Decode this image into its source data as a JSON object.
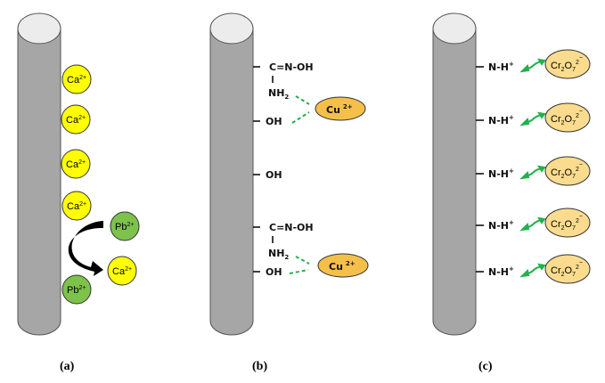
{
  "panels": {
    "a": {
      "caption": "(a)",
      "ion_ca": "Ca",
      "ion_pb": "Pb",
      "charge": "2+"
    },
    "b": {
      "caption": "(b)",
      "oxime": "C=N-OH",
      "amine": "NH",
      "amine_sub": "2",
      "hydroxyl": "OH",
      "ion": "Cu",
      "charge": "2+"
    },
    "c": {
      "caption": "(c)",
      "group": "N-H",
      "group_charge": "+",
      "ion_cr": "Cr",
      "sub1": "2",
      "ion_o": "O",
      "sub2": "7",
      "charge": "2",
      "minus": "−"
    }
  },
  "colors": {
    "cylinder": "#a6a6a6",
    "cap": "#ececec",
    "calcium": "#ffff00",
    "lead": "#7dc24b",
    "copper": "#f5c04a",
    "dichromate": "#fbdc8e",
    "bond": "#22b14c"
  }
}
